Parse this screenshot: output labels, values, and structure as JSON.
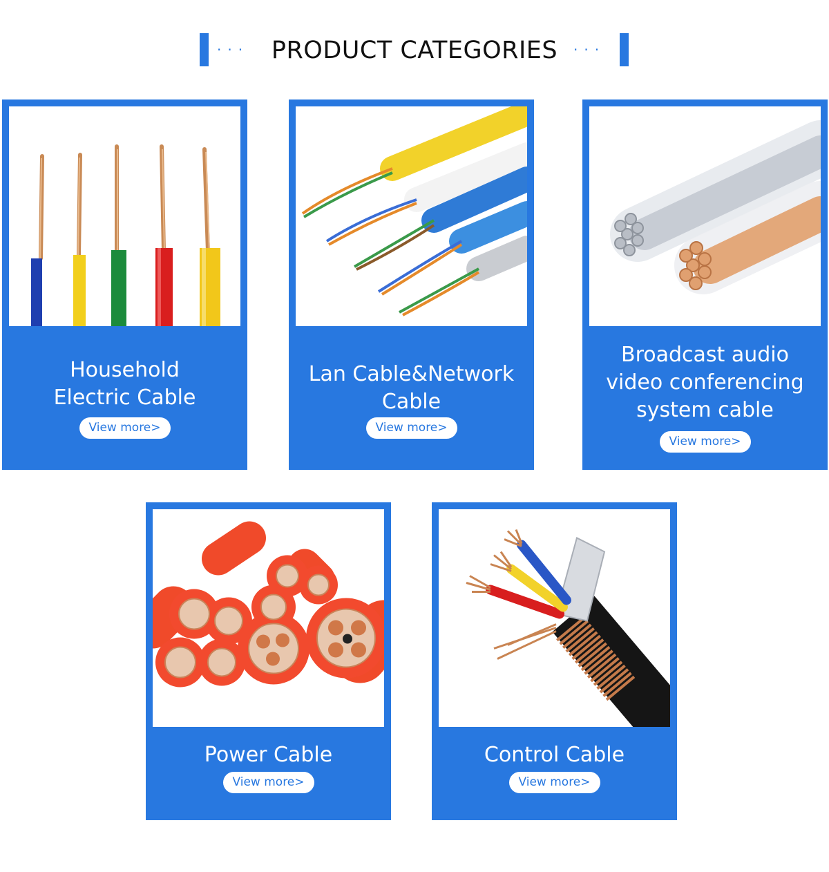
{
  "header": {
    "title": "PRODUCT  CATEGORIES",
    "dots_left": "···",
    "dots_right": "···",
    "accent": "#2878e0"
  },
  "categories": [
    {
      "label": "Household\nElectric Cable",
      "button": "View more>",
      "icon": "household-wire-photo"
    },
    {
      "label": "Lan Cable&Network\nCable",
      "button": "View more>",
      "icon": "lan-cable-photo"
    },
    {
      "label": "Broadcast audio\nvideo conferencing\nsystem cable",
      "button": "View more>",
      "icon": "broadcast-cable-photo"
    },
    {
      "label": "Power Cable",
      "button": "View more>",
      "icon": "power-cable-photo"
    },
    {
      "label": "Control Cable",
      "button": "View more>",
      "icon": "control-cable-photo"
    }
  ],
  "colors": {
    "card_bg": "#2878e0",
    "button_bg": "#ffffff",
    "button_text": "#2878e0"
  }
}
